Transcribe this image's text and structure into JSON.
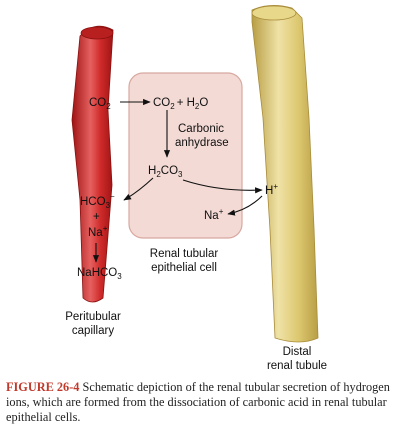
{
  "colors": {
    "capillary": "#cf2a2a",
    "capillary_dark": "#9e1414",
    "capillary_highlight": "#e66060",
    "tubule": "#ddc870",
    "tubule_dark": "#b89e45",
    "tubule_highlight": "#efe2a6",
    "cell": "#f3dad5",
    "cell_border": "#d8a8a0",
    "caption_label": "#c0392b"
  },
  "labels": {
    "co2_blood": {
      "base": "CO",
      "sub": "2"
    },
    "co2_cell": {
      "base": "CO",
      "sub": "2"
    },
    "plus_h2o": "+ H",
    "h2o_sub": "2",
    "h2o_end": "O",
    "carbonic": "Carbonic",
    "anhydrase": "anhydrase",
    "h2co3_a": "H",
    "h2co3_sub1": "2",
    "h2co3_b": "CO",
    "h2co3_sub2": "3",
    "hco3_base": "HCO",
    "hco3_sub": "3",
    "hco3_sup": "−",
    "plus": "+",
    "na_cap_base": "Na",
    "na_cap_sup": "+",
    "nahco3_base": "NaHCO",
    "nahco3_sub": "3",
    "h_base": "H",
    "h_sup": "+",
    "na_cell_base": "Na",
    "na_cell_sup": "+",
    "cell_line1": "Renal tubular",
    "cell_line2": "epithelial cell",
    "cap_line1": "Peritubular",
    "cap_line2": "capillary",
    "tub_line1": "Distal",
    "tub_line2": "renal tubule"
  },
  "caption": {
    "label": "FIGURE 26-4",
    "text": " Schematic depiction of the renal tubular secretion of hydrogen ions, which are formed from the dissociation of carbonic acid in renal tubular epithelial cells."
  }
}
